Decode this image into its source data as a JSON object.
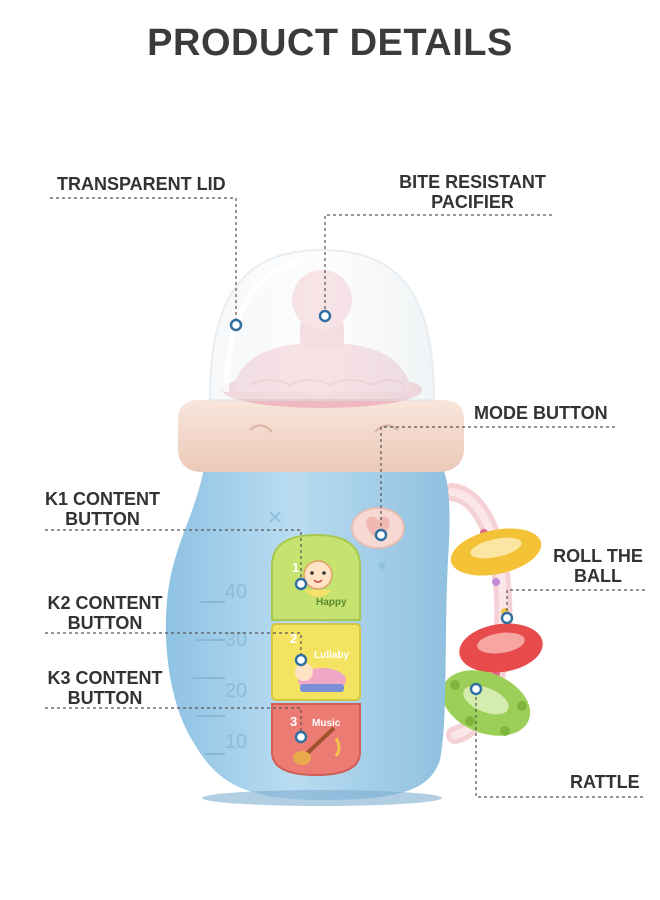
{
  "title": "PRODUCT DETAILS",
  "labels": {
    "transparent_lid": "TRANSPARENT LID",
    "bite_resistant_1": "BITE RESISTANT",
    "bite_resistant_2": "PACIFIER",
    "mode_button": "MODE BUTTON",
    "k1_1": "K1 CONTENT",
    "k1_2": "BUTTON",
    "k2_1": "K2 CONTENT",
    "k2_2": "BUTTON",
    "k3_1": "K3 CONTENT",
    "k3_2": "BUTTON",
    "roll_1": "ROLL THE",
    "roll_2": "BALL",
    "rattle": "RATTLE"
  },
  "toy": {
    "scale_marks": [
      "40",
      "30",
      "20",
      "10"
    ],
    "button_numbers": [
      "1",
      "2",
      "3"
    ],
    "button_captions": [
      "Happy",
      "Lullaby",
      "Music"
    ]
  },
  "colors": {
    "body": "#a9d3ec",
    "collar": "#f5ddd0",
    "nipple": "#f3c1c8",
    "button1": "#c7e36f",
    "button2": "#f4e261",
    "button3": "#ec7c73",
    "ring_yellow": "#f7c843",
    "ring_red": "#e84b4b",
    "ring_green": "#9bcf57",
    "callout_dot": "#2f6fa0"
  }
}
